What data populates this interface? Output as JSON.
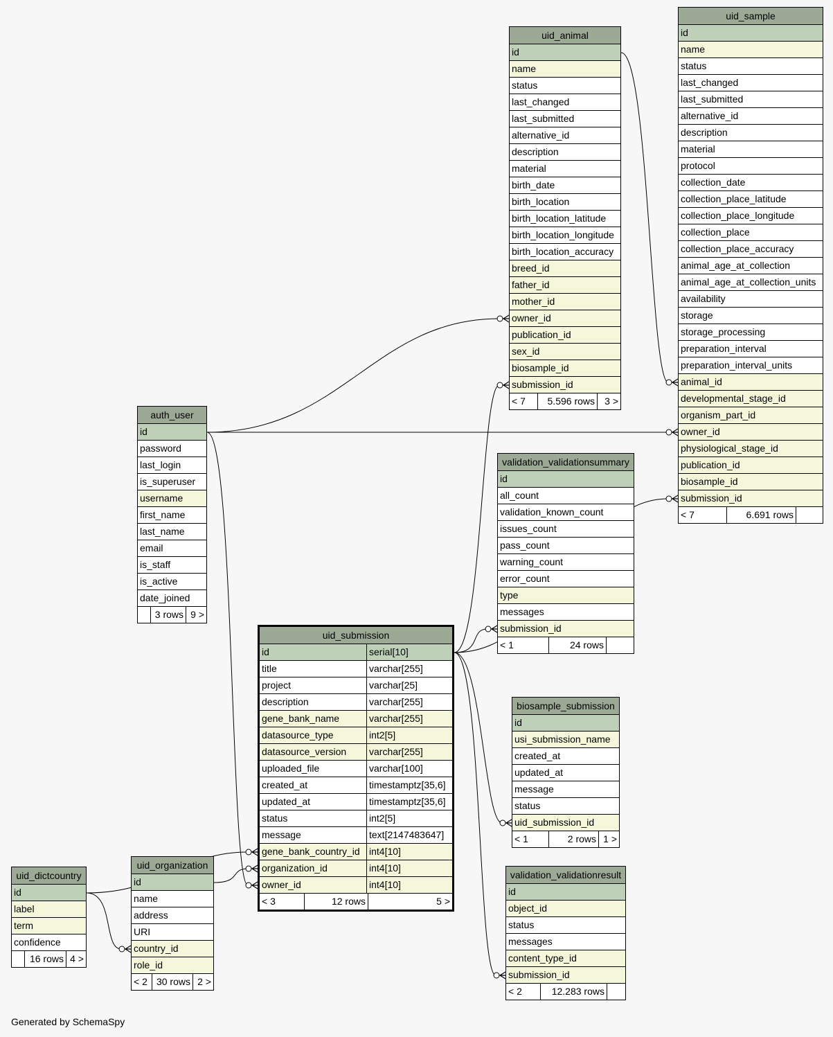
{
  "footer": "Generated by SchemaSpy",
  "tables": [
    {
      "key": "uid_sample",
      "name": "uid_sample",
      "columns": [
        {
          "n": "id",
          "k": "pk"
        },
        {
          "n": "name",
          "k": "fk"
        },
        {
          "n": "status",
          "k": ""
        },
        {
          "n": "last_changed",
          "k": ""
        },
        {
          "n": "last_submitted",
          "k": ""
        },
        {
          "n": "alternative_id",
          "k": ""
        },
        {
          "n": "description",
          "k": ""
        },
        {
          "n": "material",
          "k": ""
        },
        {
          "n": "protocol",
          "k": ""
        },
        {
          "n": "collection_date",
          "k": ""
        },
        {
          "n": "collection_place_latitude",
          "k": ""
        },
        {
          "n": "collection_place_longitude",
          "k": ""
        },
        {
          "n": "collection_place",
          "k": ""
        },
        {
          "n": "collection_place_accuracy",
          "k": ""
        },
        {
          "n": "animal_age_at_collection",
          "k": ""
        },
        {
          "n": "animal_age_at_collection_units",
          "k": ""
        },
        {
          "n": "availability",
          "k": ""
        },
        {
          "n": "storage",
          "k": ""
        },
        {
          "n": "storage_processing",
          "k": ""
        },
        {
          "n": "preparation_interval",
          "k": ""
        },
        {
          "n": "preparation_interval_units",
          "k": ""
        },
        {
          "n": "animal_id",
          "k": "fk"
        },
        {
          "n": "developmental_stage_id",
          "k": "fk"
        },
        {
          "n": "organism_part_id",
          "k": "fk"
        },
        {
          "n": "owner_id",
          "k": "fk"
        },
        {
          "n": "physiological_stage_id",
          "k": "fk"
        },
        {
          "n": "publication_id",
          "k": "fk"
        },
        {
          "n": "biosample_id",
          "k": "fk"
        },
        {
          "n": "submission_id",
          "k": "fk"
        }
      ],
      "footer": [
        "< 7",
        "6.691 rows",
        ""
      ]
    },
    {
      "key": "uid_animal",
      "name": "uid_animal",
      "columns": [
        {
          "n": "id",
          "k": "pk"
        },
        {
          "n": "name",
          "k": "fk"
        },
        {
          "n": "status",
          "k": ""
        },
        {
          "n": "last_changed",
          "k": ""
        },
        {
          "n": "last_submitted",
          "k": ""
        },
        {
          "n": "alternative_id",
          "k": ""
        },
        {
          "n": "description",
          "k": ""
        },
        {
          "n": "material",
          "k": ""
        },
        {
          "n": "birth_date",
          "k": ""
        },
        {
          "n": "birth_location",
          "k": ""
        },
        {
          "n": "birth_location_latitude",
          "k": ""
        },
        {
          "n": "birth_location_longitude",
          "k": ""
        },
        {
          "n": "birth_location_accuracy",
          "k": ""
        },
        {
          "n": "breed_id",
          "k": "fk"
        },
        {
          "n": "father_id",
          "k": "fk"
        },
        {
          "n": "mother_id",
          "k": "fk"
        },
        {
          "n": "owner_id",
          "k": "fk"
        },
        {
          "n": "publication_id",
          "k": "fk"
        },
        {
          "n": "sex_id",
          "k": "fk"
        },
        {
          "n": "biosample_id",
          "k": "fk"
        },
        {
          "n": "submission_id",
          "k": "fk"
        }
      ],
      "footer": [
        "< 7",
        "5.596 rows",
        "3 >"
      ]
    },
    {
      "key": "auth_user",
      "name": "auth_user",
      "columns": [
        {
          "n": "id",
          "k": "pk"
        },
        {
          "n": "password",
          "k": ""
        },
        {
          "n": "last_login",
          "k": ""
        },
        {
          "n": "is_superuser",
          "k": ""
        },
        {
          "n": "username",
          "k": "fk"
        },
        {
          "n": "first_name",
          "k": ""
        },
        {
          "n": "last_name",
          "k": ""
        },
        {
          "n": "email",
          "k": ""
        },
        {
          "n": "is_staff",
          "k": ""
        },
        {
          "n": "is_active",
          "k": ""
        },
        {
          "n": "date_joined",
          "k": ""
        }
      ],
      "footer": [
        "",
        "3 rows",
        "9 >"
      ]
    },
    {
      "key": "validation_validationsummary",
      "name": "validation_validationsummary",
      "columns": [
        {
          "n": "id",
          "k": "pk"
        },
        {
          "n": "all_count",
          "k": ""
        },
        {
          "n": "validation_known_count",
          "k": ""
        },
        {
          "n": "issues_count",
          "k": ""
        },
        {
          "n": "pass_count",
          "k": ""
        },
        {
          "n": "warning_count",
          "k": ""
        },
        {
          "n": "error_count",
          "k": ""
        },
        {
          "n": "type",
          "k": "fk"
        },
        {
          "n": "messages",
          "k": ""
        },
        {
          "n": "submission_id",
          "k": "fk"
        }
      ],
      "footer": [
        "< 1",
        "24 rows",
        ""
      ]
    },
    {
      "key": "uid_submission",
      "name": "uid_submission",
      "focus": true,
      "columns": [
        {
          "n": "id",
          "t": "serial[10]",
          "k": "pk"
        },
        {
          "n": "title",
          "t": "varchar[255]",
          "k": ""
        },
        {
          "n": "project",
          "t": "varchar[25]",
          "k": ""
        },
        {
          "n": "description",
          "t": "varchar[255]",
          "k": ""
        },
        {
          "n": "gene_bank_name",
          "t": "varchar[255]",
          "k": "fk"
        },
        {
          "n": "datasource_type",
          "t": "int2[5]",
          "k": "fk"
        },
        {
          "n": "datasource_version",
          "t": "varchar[255]",
          "k": "fk"
        },
        {
          "n": "uploaded_file",
          "t": "varchar[100]",
          "k": ""
        },
        {
          "n": "created_at",
          "t": "timestamptz[35,6]",
          "k": ""
        },
        {
          "n": "updated_at",
          "t": "timestamptz[35,6]",
          "k": ""
        },
        {
          "n": "status",
          "t": "int2[5]",
          "k": ""
        },
        {
          "n": "message",
          "t": "text[2147483647]",
          "k": ""
        },
        {
          "n": "gene_bank_country_id",
          "t": "int4[10]",
          "k": "fk"
        },
        {
          "n": "organization_id",
          "t": "int4[10]",
          "k": "fk"
        },
        {
          "n": "owner_id",
          "t": "int4[10]",
          "k": "fk"
        }
      ],
      "footer": [
        "< 3",
        "12 rows",
        "5 >"
      ]
    },
    {
      "key": "biosample_submission",
      "name": "biosample_submission",
      "columns": [
        {
          "n": "id",
          "k": "pk"
        },
        {
          "n": "usi_submission_name",
          "k": "fk"
        },
        {
          "n": "created_at",
          "k": ""
        },
        {
          "n": "updated_at",
          "k": ""
        },
        {
          "n": "message",
          "k": ""
        },
        {
          "n": "status",
          "k": ""
        },
        {
          "n": "uid_submission_id",
          "k": "fk"
        }
      ],
      "footer": [
        "< 1",
        "2 rows",
        "1 >"
      ]
    },
    {
      "key": "validation_validationresult",
      "name": "validation_validationresult",
      "columns": [
        {
          "n": "id",
          "k": "pk"
        },
        {
          "n": "object_id",
          "k": "fk"
        },
        {
          "n": "status",
          "k": ""
        },
        {
          "n": "messages",
          "k": ""
        },
        {
          "n": "content_type_id",
          "k": "fk"
        },
        {
          "n": "submission_id",
          "k": "fk"
        }
      ],
      "footer": [
        "< 2",
        "12.283 rows",
        ""
      ]
    },
    {
      "key": "uid_dictcountry",
      "name": "uid_dictcountry",
      "columns": [
        {
          "n": "id",
          "k": "pk"
        },
        {
          "n": "label",
          "k": "fk"
        },
        {
          "n": "term",
          "k": "fk"
        },
        {
          "n": "confidence",
          "k": ""
        }
      ],
      "footer": [
        "",
        "16 rows",
        "4 >"
      ]
    },
    {
      "key": "uid_organization",
      "name": "uid_organization",
      "columns": [
        {
          "n": "id",
          "k": "pk"
        },
        {
          "n": "name",
          "k": ""
        },
        {
          "n": "address",
          "k": ""
        },
        {
          "n": "URI",
          "k": ""
        },
        {
          "n": "country_id",
          "k": "fk"
        },
        {
          "n": "role_id",
          "k": "fk"
        }
      ],
      "footer": [
        "< 2",
        "30 rows",
        "2 >"
      ]
    }
  ],
  "relations": [
    {
      "from": "uid_animal.id",
      "to": "uid_sample.animal_id"
    },
    {
      "from": "auth_user.id",
      "to": "uid_animal.owner_id"
    },
    {
      "from": "auth_user.id",
      "to": "uid_sample.owner_id"
    },
    {
      "from": "auth_user.id",
      "to": "uid_submission.owner_id"
    },
    {
      "from": "uid_submission.id",
      "to": "uid_animal.submission_id"
    },
    {
      "from": "uid_submission.id",
      "to": "uid_sample.submission_id"
    },
    {
      "from": "uid_submission.id",
      "to": "validation_validationsummary.submission_id"
    },
    {
      "from": "uid_submission.id",
      "to": "biosample_submission.uid_submission_id"
    },
    {
      "from": "uid_submission.id",
      "to": "validation_validationresult.submission_id"
    },
    {
      "from": "uid_dictcountry.id",
      "to": "uid_submission.gene_bank_country_id"
    },
    {
      "from": "uid_dictcountry.id",
      "to": "uid_organization.country_id"
    },
    {
      "from": "uid_organization.id",
      "to": "uid_submission.organization_id"
    }
  ]
}
